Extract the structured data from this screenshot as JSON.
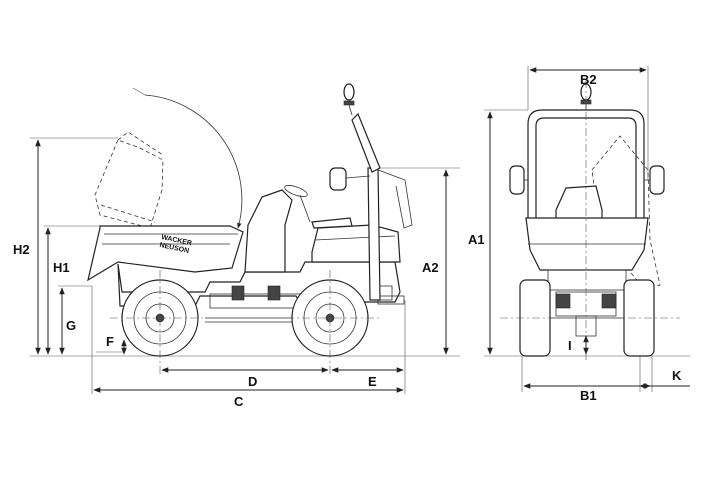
{
  "brand": {
    "line1": "WACKER",
    "line2": "NEUSON"
  },
  "labels": {
    "h2": "H2",
    "h1": "H1",
    "g": "G",
    "f": "F",
    "d": "D",
    "e": "E",
    "c": "C",
    "a2": "A2",
    "a1": "A1",
    "b2": "B2",
    "b1": "B1",
    "i": "I",
    "k": "K"
  }
}
